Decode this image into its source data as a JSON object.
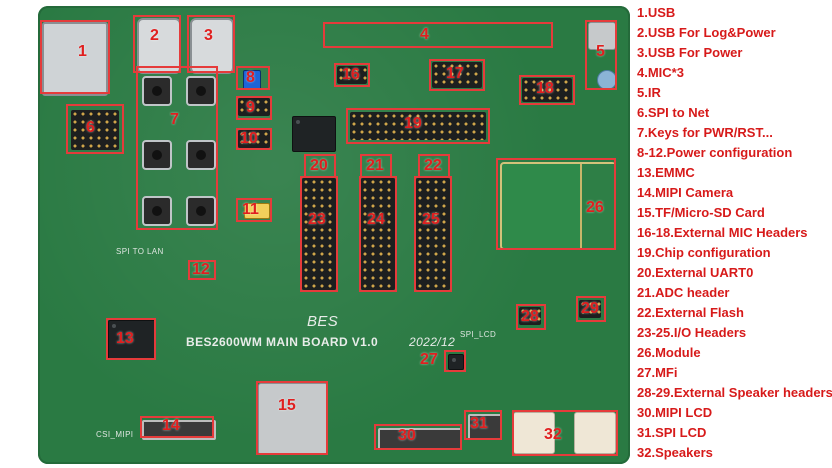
{
  "photo": {
    "silkscreen": {
      "brand": "BES",
      "board_name": "BES2600WM MAIN BOARD V1.0",
      "date": "2022/12",
      "spi_to_lan": "SPI TO LAN",
      "spi_lcd": "SPI_LCD",
      "csi_mipi": "CSI_MIPI"
    },
    "callouts": [
      "1",
      "2",
      "3",
      "4",
      "5",
      "6",
      "7",
      "8",
      "9",
      "10",
      "11",
      "12",
      "13",
      "14",
      "15",
      "16",
      "17",
      "18",
      "19",
      "20",
      "21",
      "22",
      "23",
      "24",
      "25",
      "26",
      "27",
      "28",
      "29",
      "30",
      "31",
      "32"
    ]
  },
  "legend": {
    "items": [
      "1.USB",
      "2.USB For Log&Power",
      "3.USB For Power",
      "4.MIC*3",
      "5.IR",
      "6.SPI to Net",
      "7.Keys for PWR/RST...",
      "8-12.Power configuration",
      "13.EMMC",
      "14.MIPI Camera",
      "15.TF/Micro-SD Card",
      "16-18.External MIC Headers",
      "19.Chip configuration",
      "20.External  UART0",
      "21.ADC header",
      "22.External Flash",
      "23-25.I/O Headers",
      "26.Module",
      "27.MFi",
      "28-29.External  Speaker headers",
      "30.MIPI LCD",
      "31.SPI LCD",
      "32.Speakers"
    ],
    "color": "#d71a1a"
  },
  "colors": {
    "pcb_green": "#2a7a43",
    "annotation_red": "#e53b3b"
  }
}
